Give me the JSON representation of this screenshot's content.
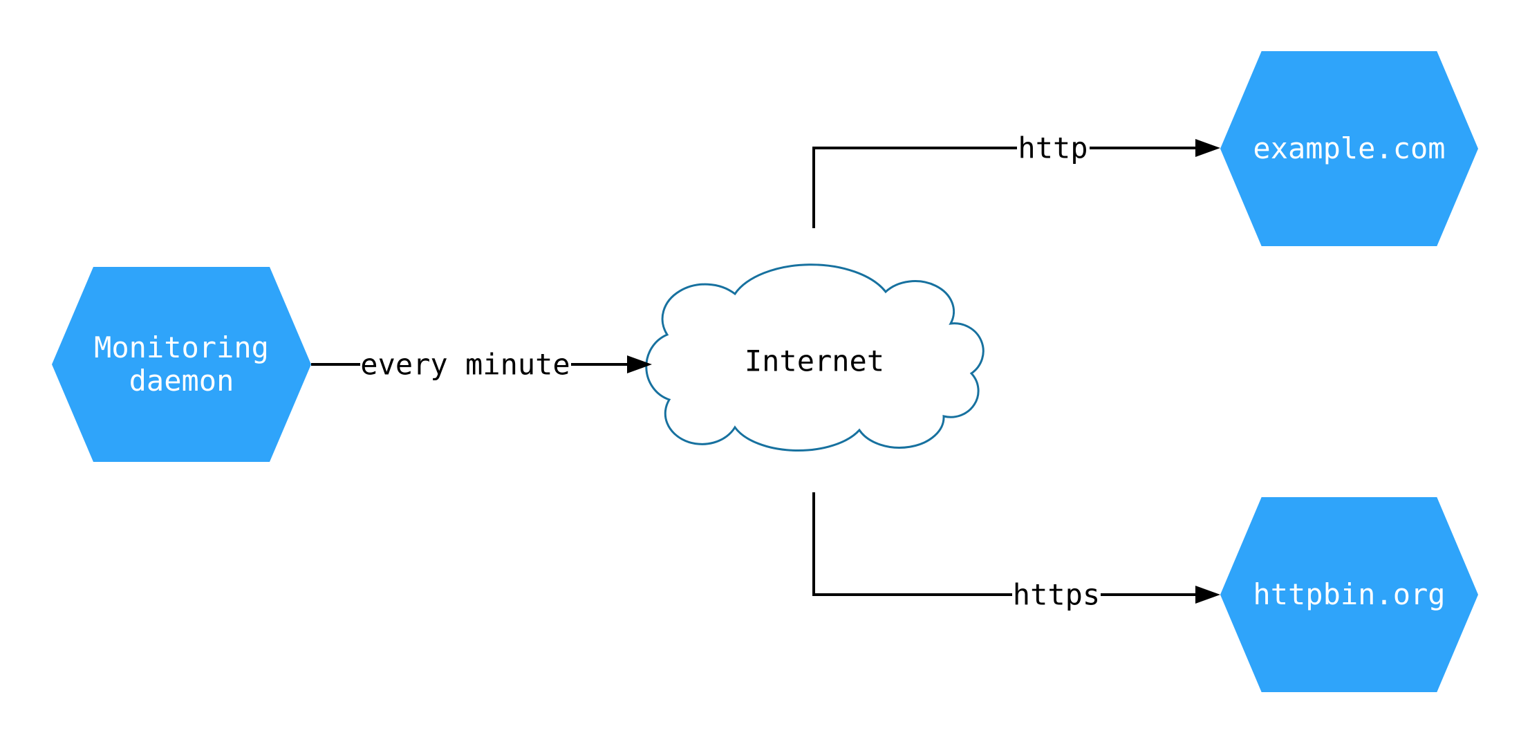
{
  "colors": {
    "background": "#ffffff",
    "node_fill": "#2fa4fa",
    "node_text": "#ffffff",
    "cloud_fill": "#ffffff",
    "cloud_stroke": "#17719f",
    "cloud_label": "#000000",
    "edge_stroke": "#000000",
    "edge_label": "#000000"
  },
  "nodes": {
    "monitoring": {
      "id": "monitoring-daemon",
      "shape": "hexagon",
      "label": "Monitoring daemon",
      "lines": [
        "Monitoring",
        "daemon"
      ]
    },
    "internet": {
      "id": "internet",
      "shape": "cloud",
      "label": "Internet"
    },
    "example": {
      "id": "example-com",
      "shape": "hexagon",
      "label": "example.com"
    },
    "httpbin": {
      "id": "httpbin-org",
      "shape": "hexagon",
      "label": "httpbin.org"
    }
  },
  "edges": [
    {
      "from": "monitoring-daemon",
      "to": "internet",
      "label": "every minute"
    },
    {
      "from": "internet",
      "to": "example-com",
      "label": "http"
    },
    {
      "from": "internet",
      "to": "httpbin-org",
      "label": "https"
    }
  ]
}
